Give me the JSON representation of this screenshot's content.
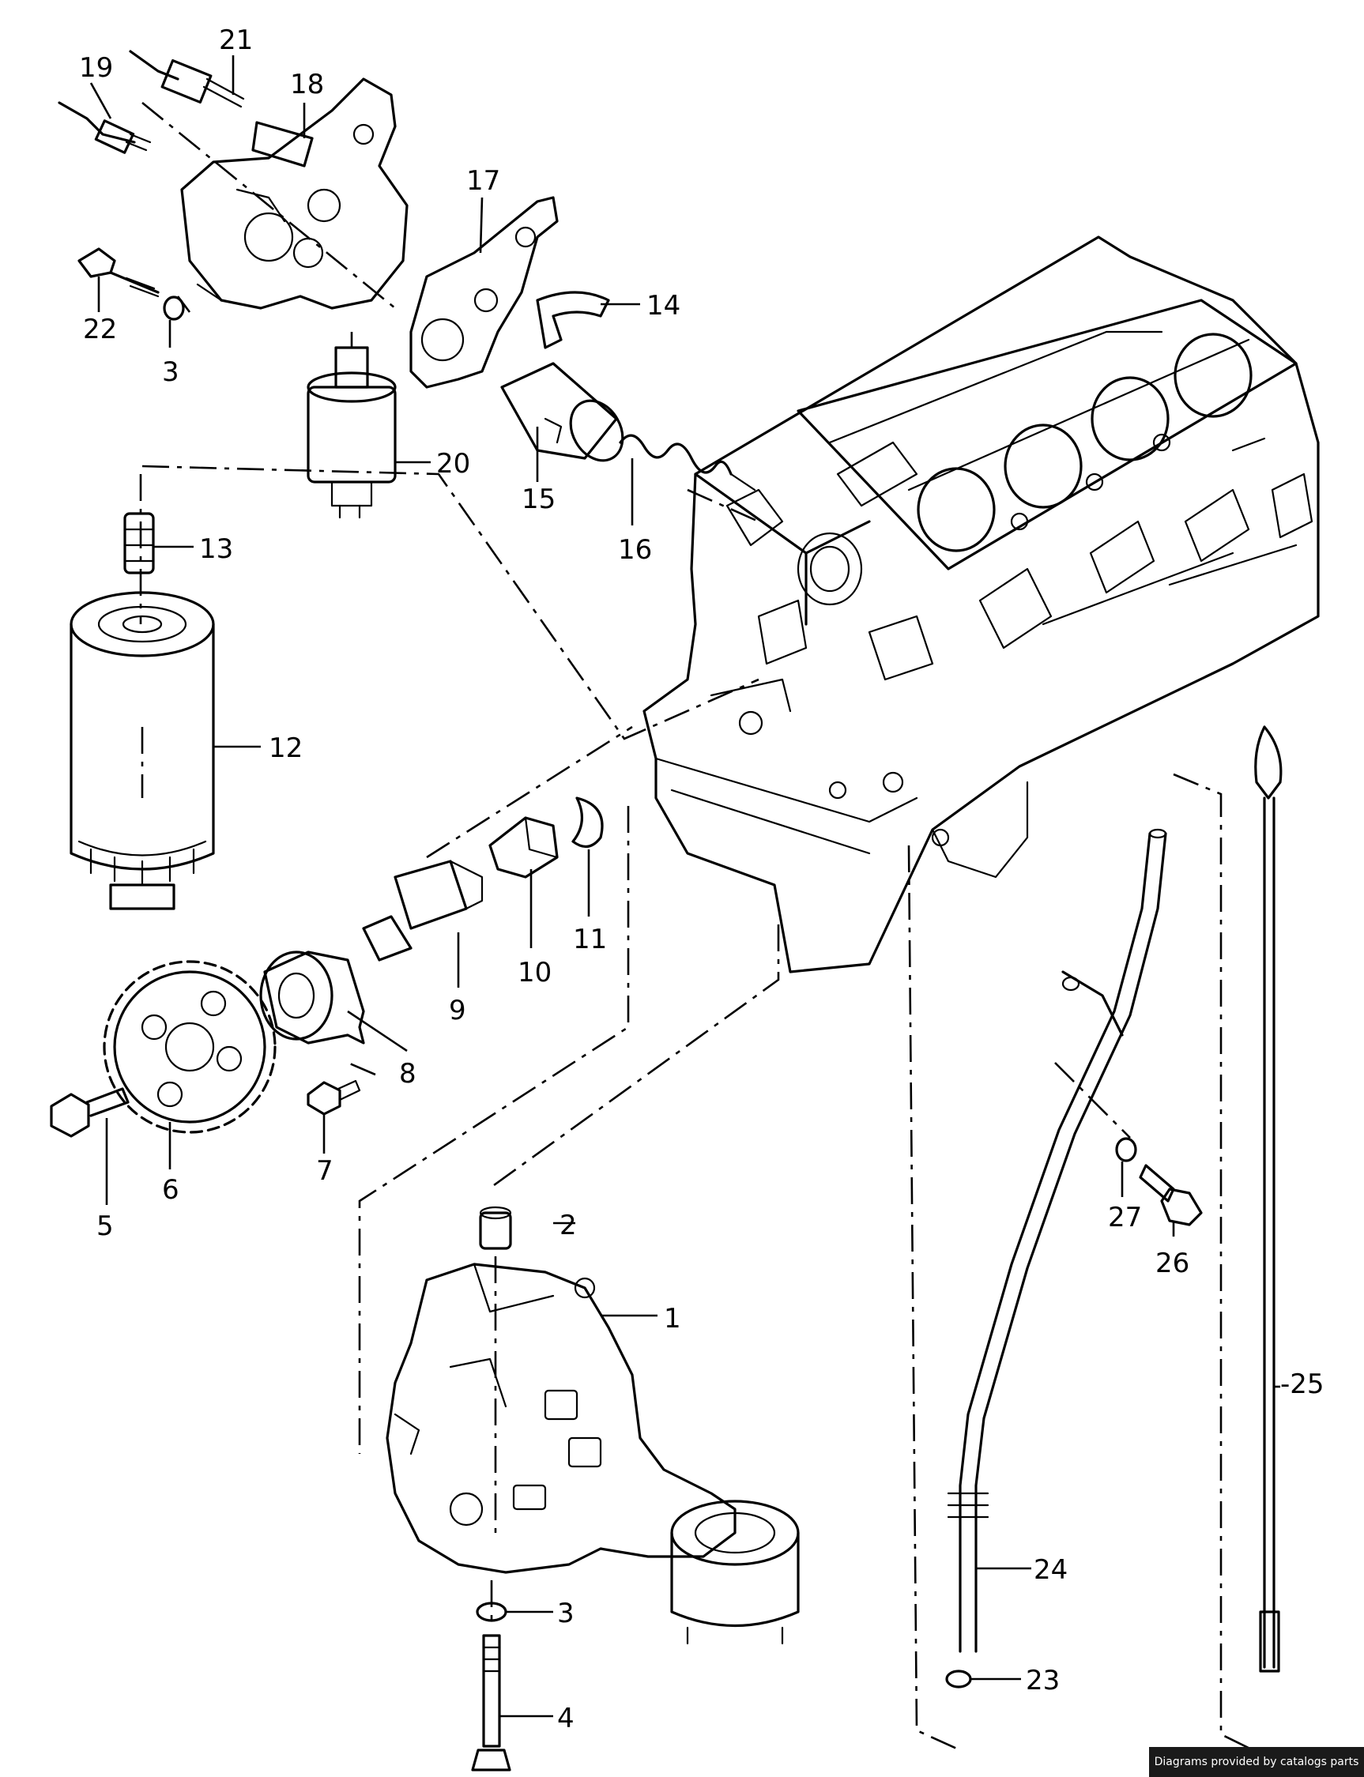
{
  "diagram": {
    "callouts": [
      "1",
      "2",
      "3",
      "3",
      "4",
      "5",
      "6",
      "7",
      "8",
      "9",
      "10",
      "11",
      "12",
      "13",
      "14",
      "15",
      "16",
      "17",
      "18",
      "19",
      "20",
      "21",
      "22",
      "23",
      "24",
      "-25",
      "26",
      "27"
    ]
  },
  "footer": {
    "credit": "Diagrams provided by catalogs parts"
  }
}
